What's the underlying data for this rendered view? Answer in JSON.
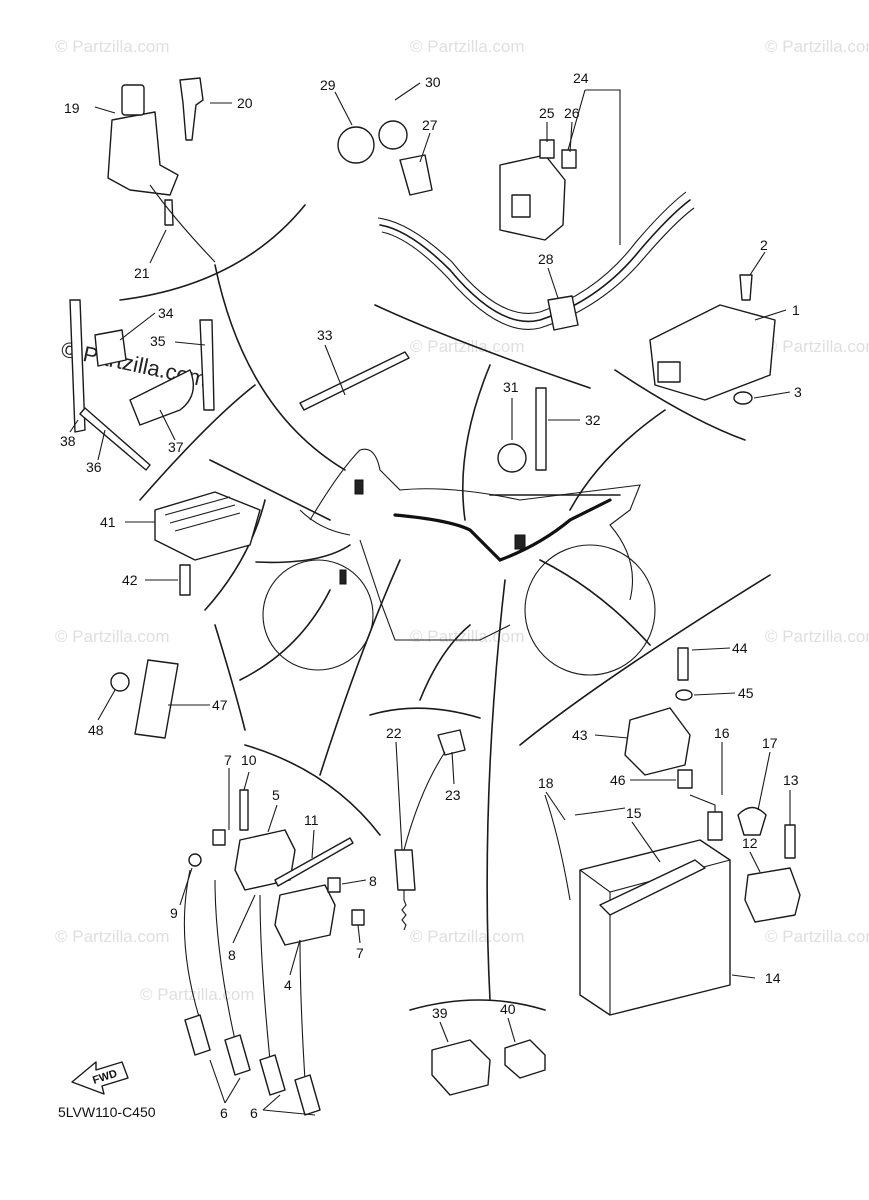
{
  "diagram": {
    "code": "5LVW110-C450",
    "fwd_label": "FWD",
    "watermarks": [
      "© Partzilla.com",
      "© Partzilla.com",
      "© Partzilla.com",
      "© Partzilla.com",
      "© Partzilla.com",
      "© Partzilla.com",
      "© Partzilla.com",
      "© Partzilla.com",
      "© Partzilla.com",
      "© Partzilla.com",
      "© Partzilla.com",
      "© Partzilla.com"
    ],
    "inline_watermark": "© Partzilla.com",
    "callouts": {
      "c1": "1",
      "c2": "2",
      "c3": "3",
      "c4": "4",
      "c5": "5",
      "c6a": "6",
      "c6b": "6",
      "c7a": "7",
      "c7b": "7",
      "c8a": "8",
      "c8b": "8",
      "c9": "9",
      "c10": "10",
      "c11": "11",
      "c12": "12",
      "c13": "13",
      "c14": "14",
      "c15": "15",
      "c16": "16",
      "c17": "17",
      "c18": "18",
      "c19": "19",
      "c20": "20",
      "c21": "21",
      "c22": "22",
      "c23": "23",
      "c24": "24",
      "c25": "25",
      "c26": "26",
      "c27": "27",
      "c28": "28",
      "c29": "29",
      "c30": "30",
      "c31": "31",
      "c32": "32",
      "c33": "33",
      "c34": "34",
      "c35": "35",
      "c36": "36",
      "c37": "37",
      "c38": "38",
      "c39": "39",
      "c40": "40",
      "c41": "41",
      "c42": "42",
      "c43": "43",
      "c44": "44",
      "c45": "45",
      "c46": "46",
      "c47": "47",
      "c48": "48"
    }
  }
}
